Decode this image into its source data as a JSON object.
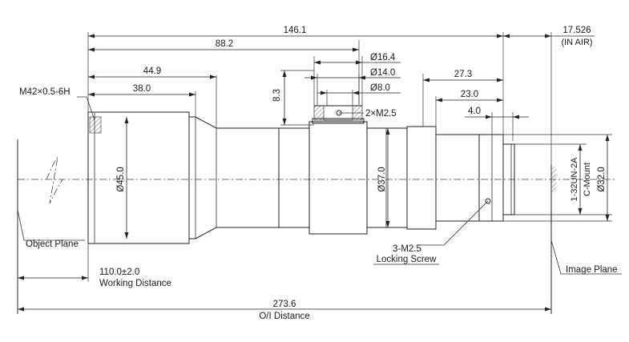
{
  "dimensions": {
    "overall_length": "146.1",
    "length_2": "88.2",
    "length_3": "44.9",
    "length_4": "38.0",
    "back_focus": "17.526",
    "back_focus_note": "(IN AIR)",
    "ring_od": "Ø16.4",
    "ring_id1": "Ø14.0",
    "ring_id2": "Ø8.0",
    "ring_height": "8.3",
    "screw_hole": "2×M2.5",
    "rear_len_1": "27.3",
    "rear_len_2": "23.0",
    "rear_len_3": "4.0",
    "front_dia": "Ø45.0",
    "mid_dia": "Ø37.0",
    "rear_dia": "Ø32.0",
    "working_distance_value": "110.0±2.0",
    "working_distance_label": "Working Distance",
    "oi_distance_value": "273.6",
    "oi_distance_label": "O/I Distance"
  },
  "labels": {
    "front_thread": "M42×0.5-6H",
    "object_plane": "Object Plane",
    "image_plane": "Image Plane",
    "mount_thread": "1-32UN-2A",
    "mount_type": "C-Mount",
    "locking_screw_count": "3-M2.5",
    "locking_screw": "Locking Screw"
  }
}
